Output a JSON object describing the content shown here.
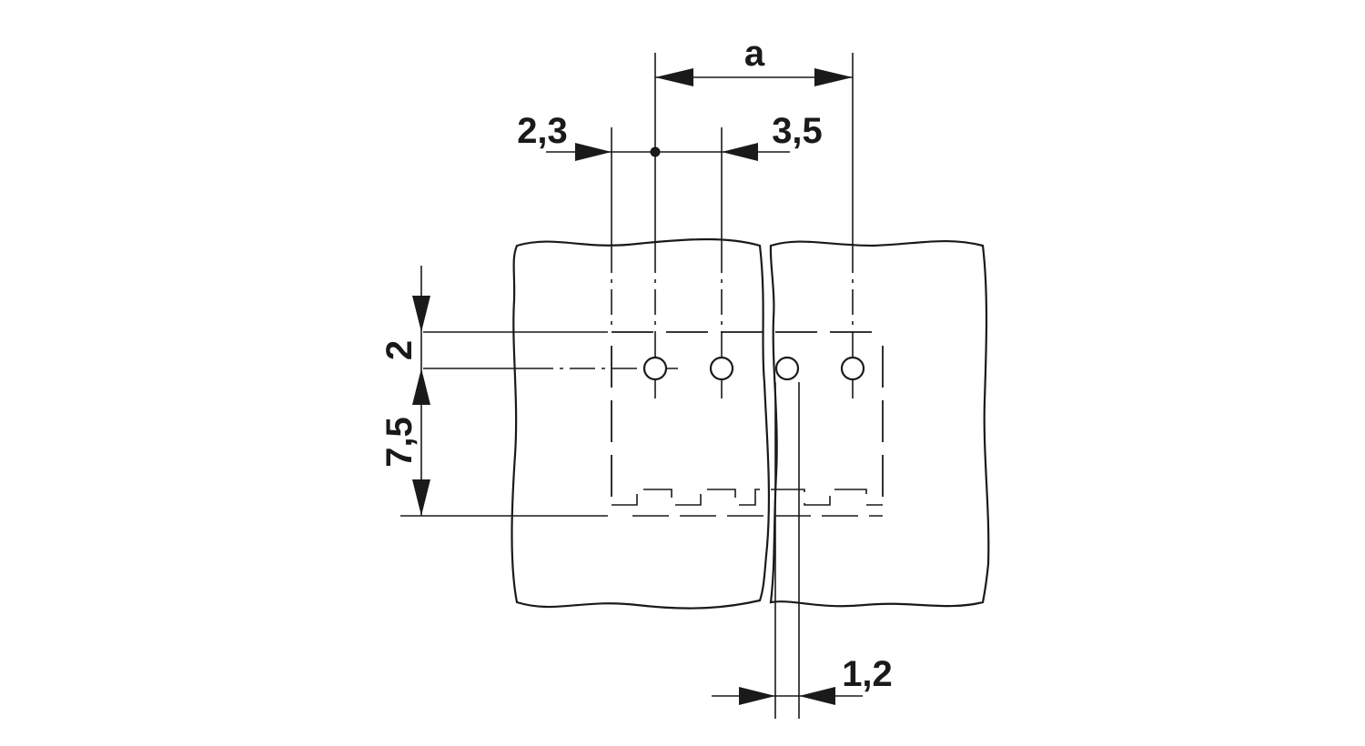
{
  "dimensions": {
    "pitch_label": "a",
    "left_offset_label": "2,3",
    "right_offset_label": "3,5",
    "vertical_top_label": "2",
    "vertical_bottom_label": "7,5",
    "gap_label": "1,2"
  },
  "colors": {
    "line": "#1a1a1a",
    "background": "#ffffff"
  }
}
